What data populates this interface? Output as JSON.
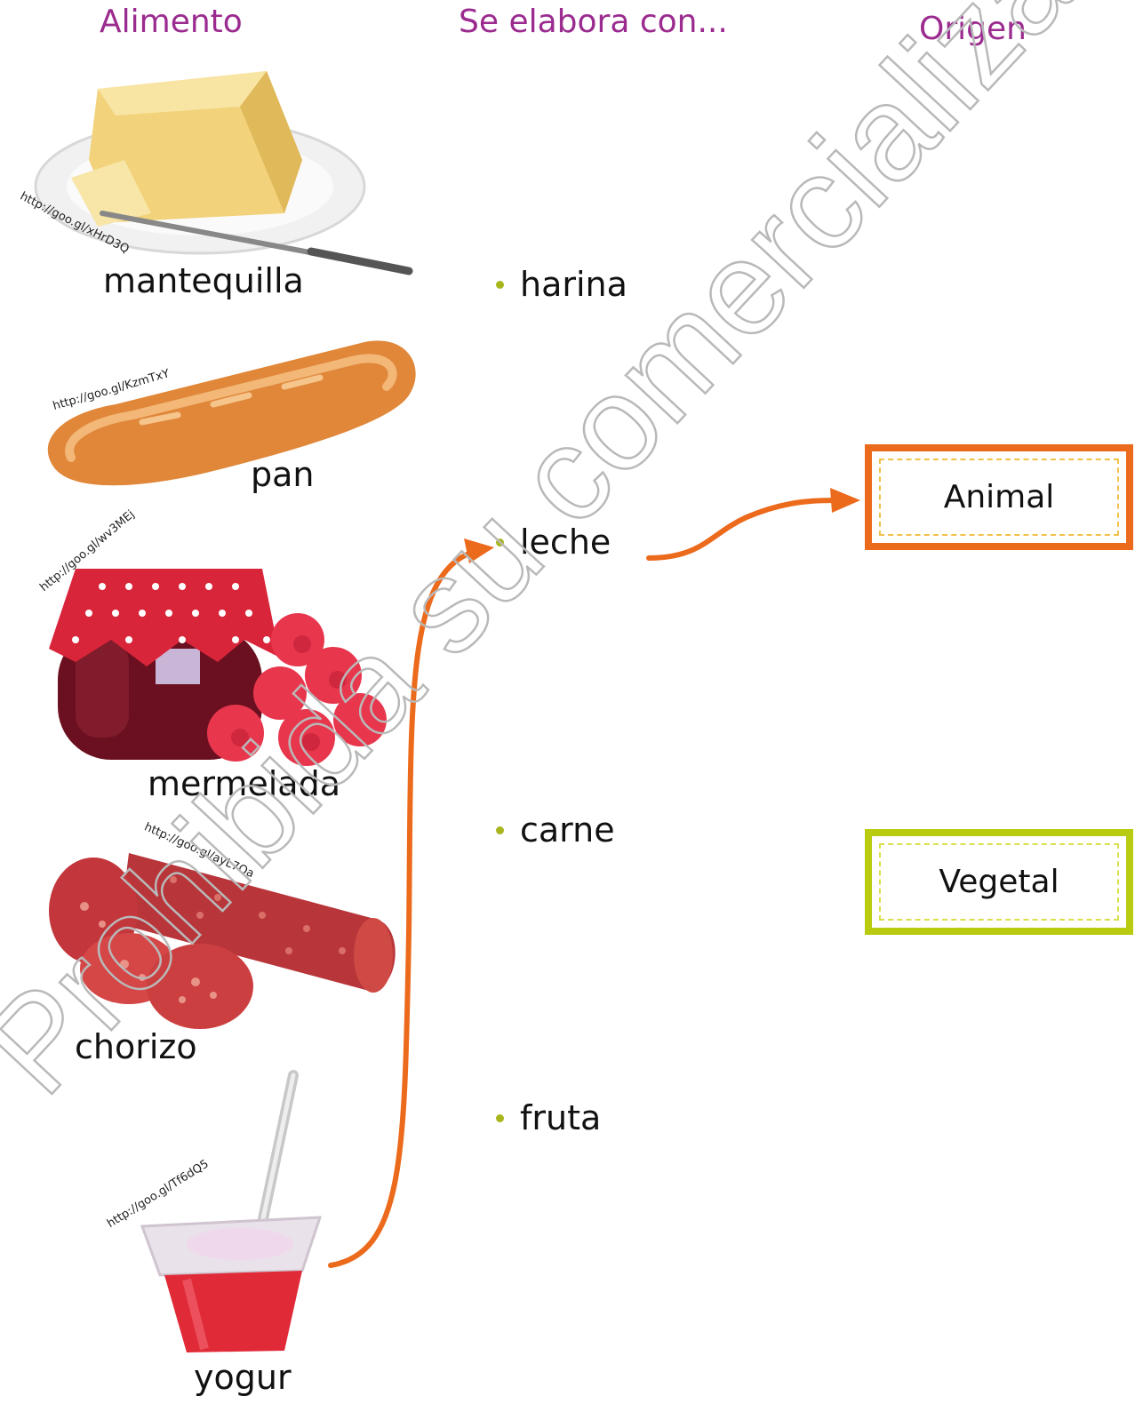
{
  "headers": {
    "alimento": "Alimento",
    "elabora": "Se elabora con...",
    "origen": "Origen"
  },
  "foods": [
    {
      "label": "mantequilla",
      "url": "http://goo.gl/xHrD3Q",
      "icon": "butter-icon"
    },
    {
      "label": "pan",
      "url": "http://goo.gl/KzmTxY",
      "icon": "bread-icon"
    },
    {
      "label": "mermelada",
      "url": "http://goo.gl/wv3MEj",
      "icon": "jam-icon"
    },
    {
      "label": "chorizo",
      "url": "http://goo.gl/ayL7Qa",
      "icon": "sausage-icon"
    },
    {
      "label": "yogur",
      "url": "http://goo.gl/Tf6dQ5",
      "icon": "yogurt-icon"
    }
  ],
  "ingredients": [
    "harina",
    "leche",
    "carne",
    "fruta"
  ],
  "origins": [
    {
      "label": "Animal",
      "border_color": "#ec6a1c"
    },
    {
      "label": "Vegetal",
      "border_color": "#b9cb0e"
    }
  ],
  "arrow_color": "#ec6a1c",
  "watermark": "Prohibida su comercialización"
}
